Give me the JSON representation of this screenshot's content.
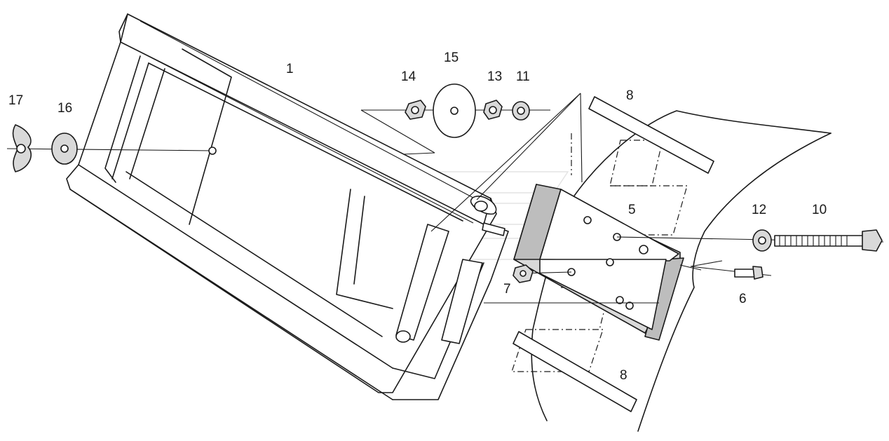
{
  "callouts": [
    {
      "id": "p1",
      "text": "1"
    },
    {
      "id": "p5",
      "text": "5"
    },
    {
      "id": "p6",
      "text": "6"
    },
    {
      "id": "p7",
      "text": "7"
    },
    {
      "id": "p8a",
      "text": "8"
    },
    {
      "id": "p8b",
      "text": "8"
    },
    {
      "id": "p10",
      "text": "10"
    },
    {
      "id": "p11",
      "text": "11"
    },
    {
      "id": "p12",
      "text": "12"
    },
    {
      "id": "p13",
      "text": "13"
    },
    {
      "id": "p14",
      "text": "14"
    },
    {
      "id": "p15",
      "text": "15"
    },
    {
      "id": "p16",
      "text": "16"
    },
    {
      "id": "p17",
      "text": "17"
    }
  ],
  "colors": {
    "line": "#1a1a1a",
    "paper": "#ffffff",
    "shade": "#d9d9d9"
  }
}
